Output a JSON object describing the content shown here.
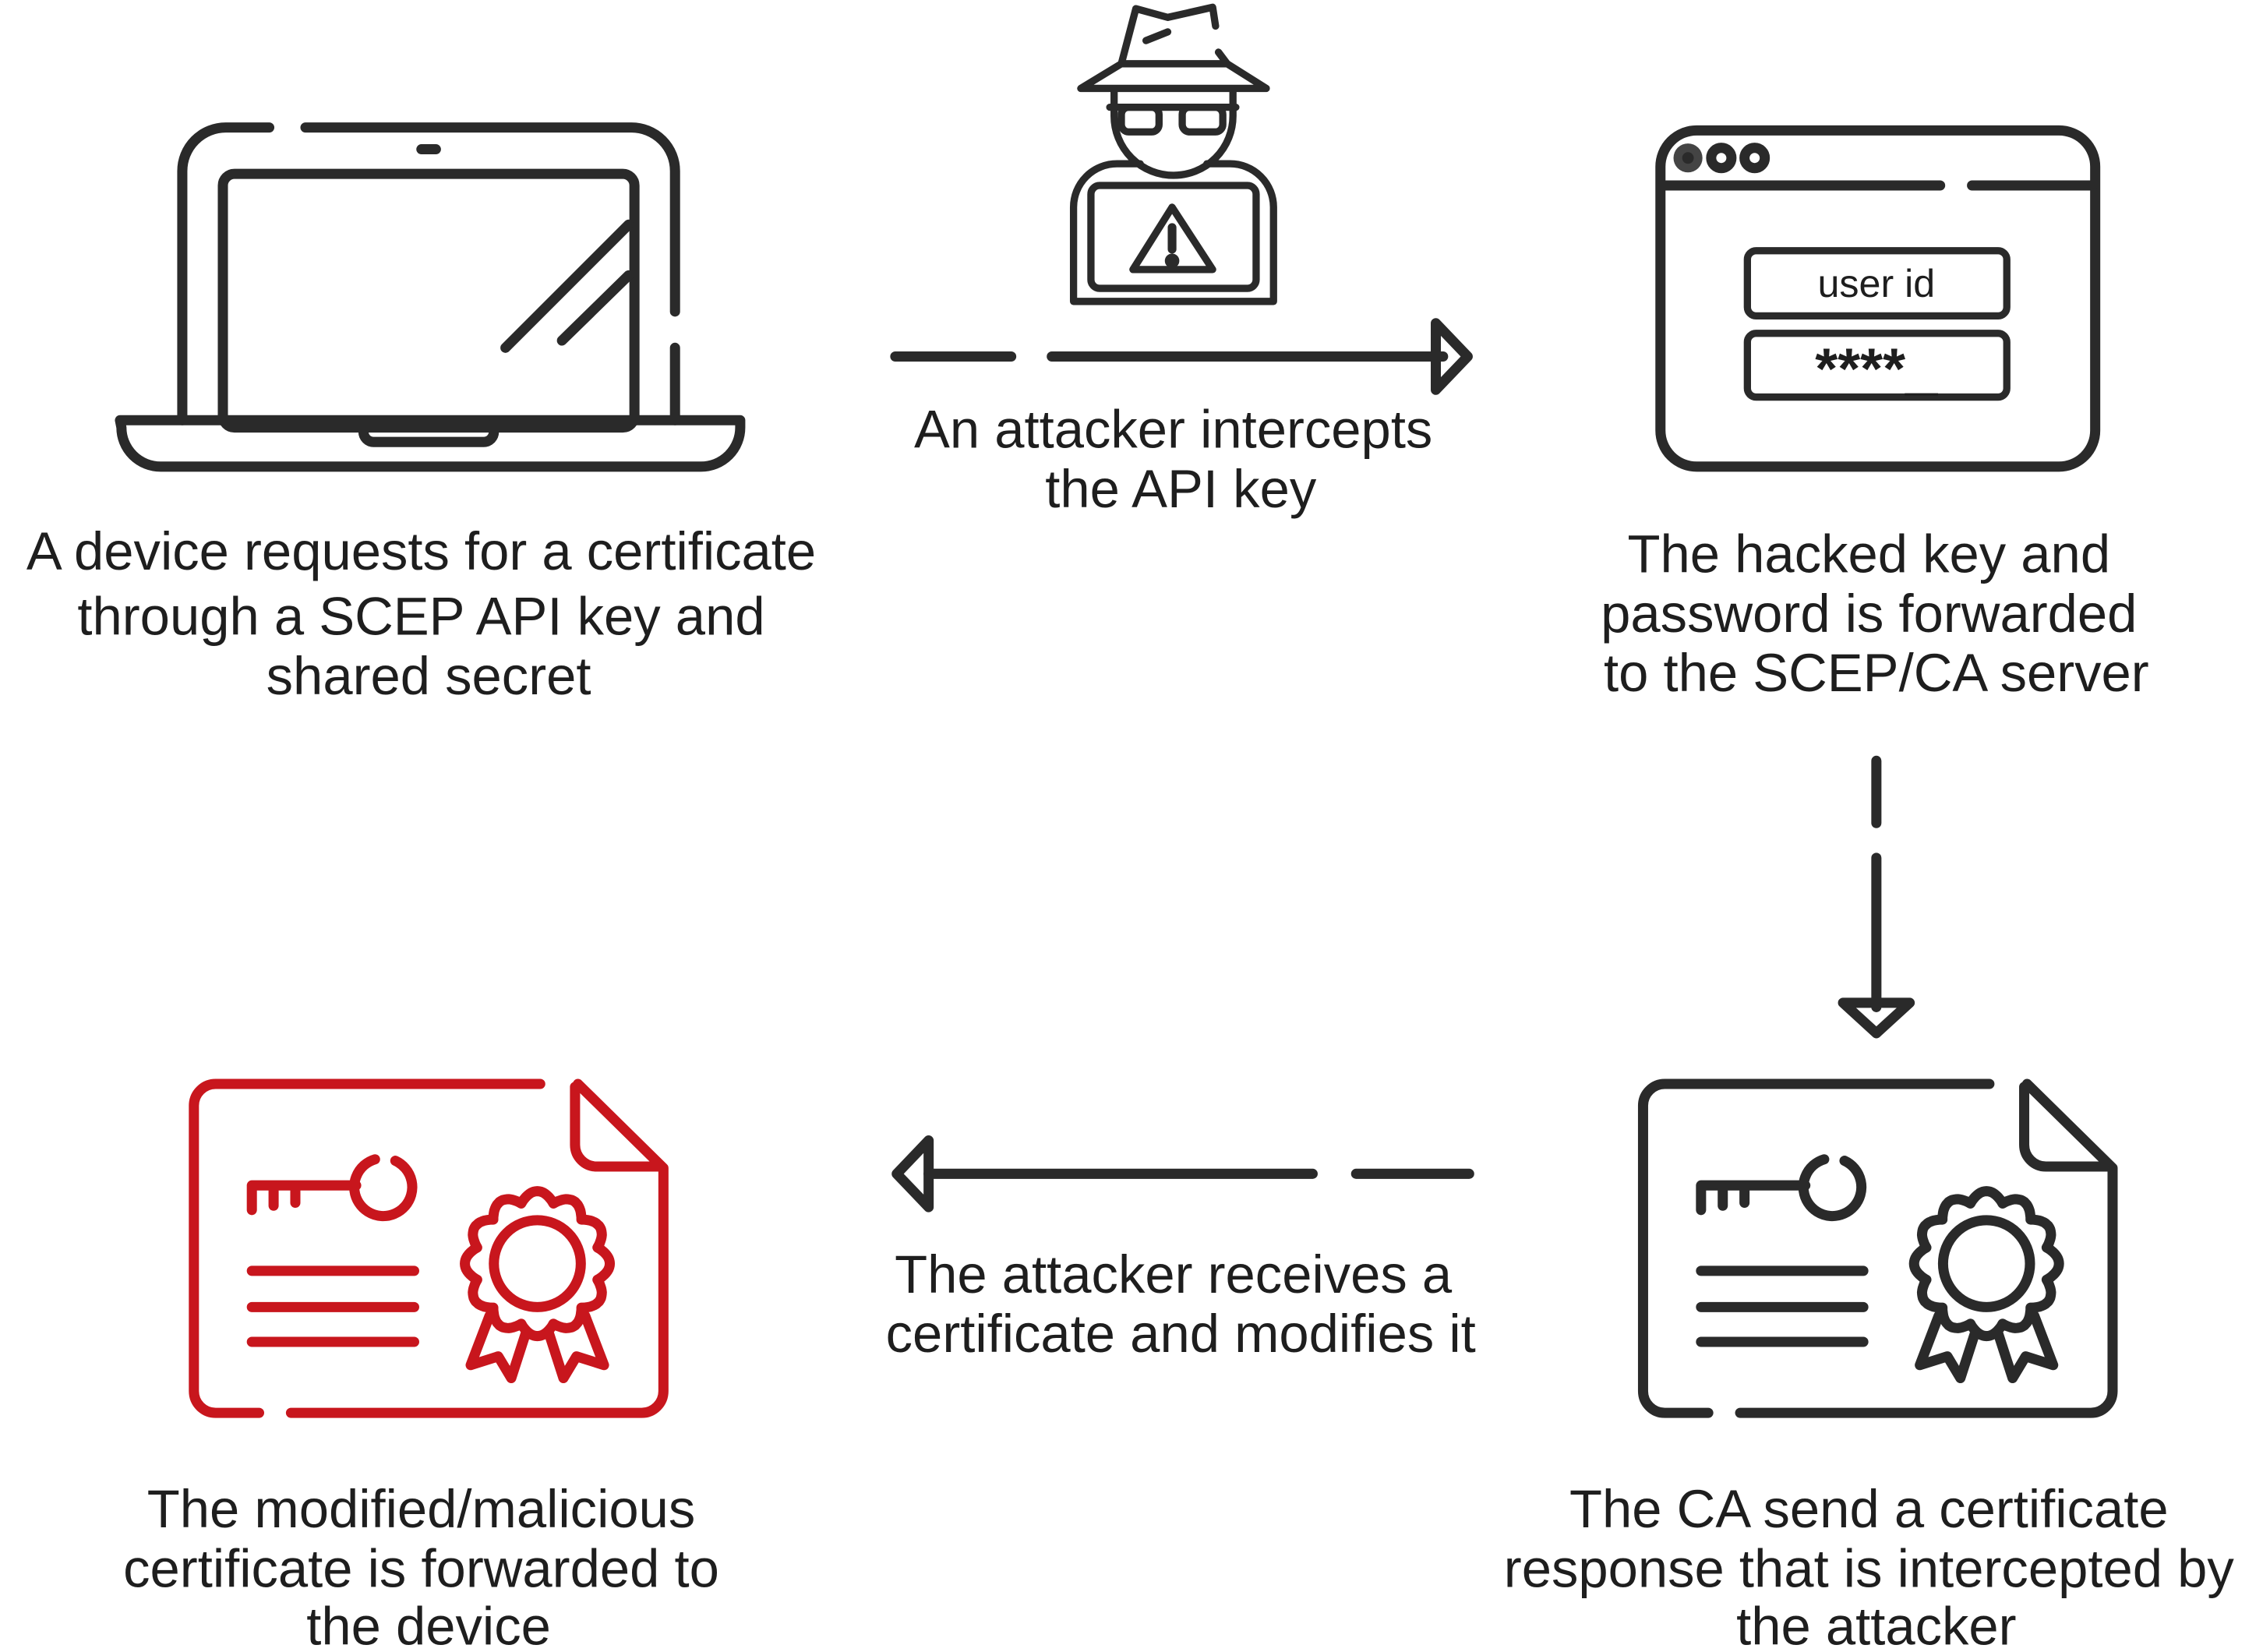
{
  "colors": {
    "ink": "#2a2a2a",
    "alert": "#c8161d",
    "background": "#ffffff"
  },
  "icons": {
    "device": "laptop-icon",
    "attacker": "hacker-icon",
    "login": "browser-login-icon",
    "certificate": "certificate-icon",
    "malicious_certificate": "malicious-certificate-icon"
  },
  "steps": {
    "device_request": [
      "A device requests for a certificate",
      "through a SCEP API key and",
      "shared secret"
    ],
    "intercept": [
      "An attacker intercepts",
      "the API key"
    ],
    "forward": [
      "The hacked key and",
      "password is forwarded",
      "to the SCEP/CA server"
    ],
    "ca_response": [
      "The CA send a certificate",
      "response that is intercepted by",
      "the attacker"
    ],
    "modify": [
      "The attacker receives a",
      "certificate and modifies it"
    ],
    "malicious": [
      "The modified/malicious",
      "certificate is forwarded to",
      "the device"
    ]
  },
  "login_form": {
    "user_field": "user id",
    "password_field": "****_"
  }
}
